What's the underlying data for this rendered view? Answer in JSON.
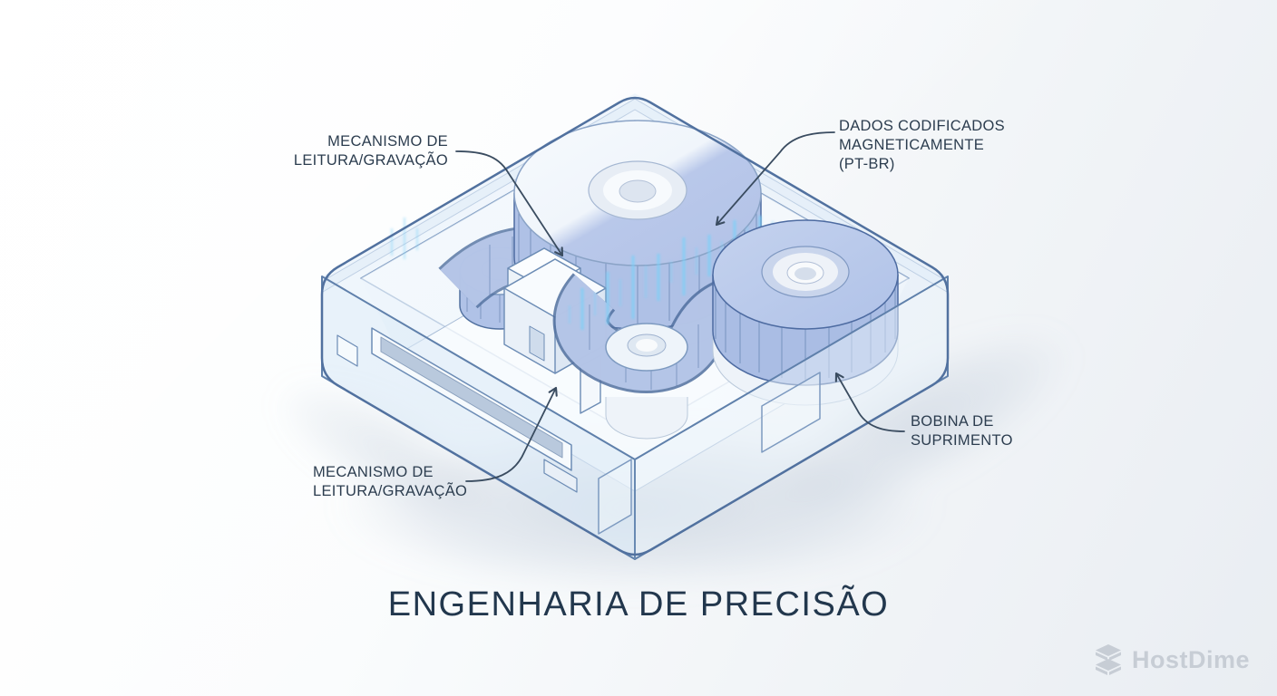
{
  "title": {
    "text": "ENGENHARIA DE PRECISÃO"
  },
  "callouts": [
    {
      "id": "read-write-mechanism-top",
      "lines": [
        "MECANISMO DE",
        "LEITURA/GRAVAÇÃO"
      ]
    },
    {
      "id": "magnetically-encoded-data",
      "lines": [
        "DADOS CODIFICADOS",
        "MAGNETICAMENTE",
        "(PT-BR)"
      ]
    },
    {
      "id": "supply-reel",
      "lines": [
        "BOBINA DE",
        "SUPRIMENTO"
      ]
    },
    {
      "id": "read-write-mechanism-bottom",
      "lines": [
        "MECANISMO DE",
        "LEITURA/GRAVAÇÃO"
      ]
    }
  ],
  "brand": {
    "name": "HostDime",
    "icon": "layers-stack-icon"
  },
  "colors": {
    "label_text": "#2c3d4f",
    "title_text": "#22374d",
    "outline_blue": "#51709f",
    "reel_blue": "#b7c7ea",
    "shell_blue": "#dcebf8",
    "waveform_glow": "#7ed0f7",
    "leader_line": "#3a4c60",
    "logo_gray": "#c7cdd5"
  }
}
